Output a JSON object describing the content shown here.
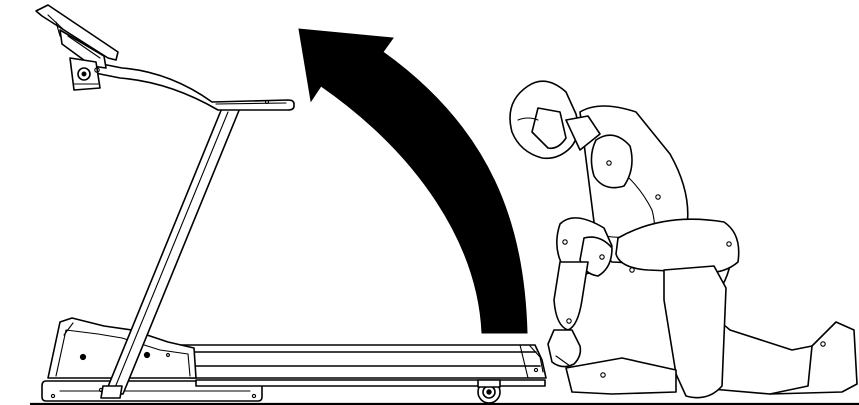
{
  "diagram": {
    "colors": {
      "line": "#000000",
      "background": "#ffffff",
      "arrow": "#000000"
    },
    "icons": [
      "treadmill",
      "mannequin-person",
      "fold-up-arrow"
    ]
  }
}
